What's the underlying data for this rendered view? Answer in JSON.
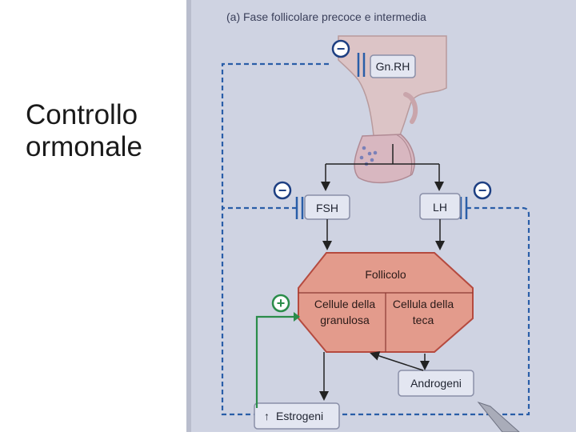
{
  "slide": {
    "title": "Controllo\normonale"
  },
  "diagram": {
    "panel_title": "(a) Fase follicolare precoce e intermedia",
    "hormones": {
      "gnrh": "Gn.RH",
      "fsh": "FSH",
      "lh": "LH",
      "estrogeni": "Estrogeni",
      "androgeni": "Androgeni"
    },
    "follicle": {
      "title": "Follicolo",
      "granulosa": [
        "Cellule della",
        "granulosa"
      ],
      "teca": [
        "Cellula della",
        "teca"
      ]
    },
    "signs": {
      "negative": "−",
      "positive": "+"
    },
    "estrogen_arrow": "↑",
    "colors": {
      "panel_bg": "#cfd3e2",
      "box_fill": "#e3e6f1",
      "box_stroke": "#8a8fa8",
      "dashed": "#2a5ea8",
      "follicle_fill": "#e39b8c",
      "follicle_stroke": "#b54a3f",
      "positive": "#2a8c4a",
      "negative": "#1d3f82",
      "tissue": "#dcc4c6"
    }
  }
}
